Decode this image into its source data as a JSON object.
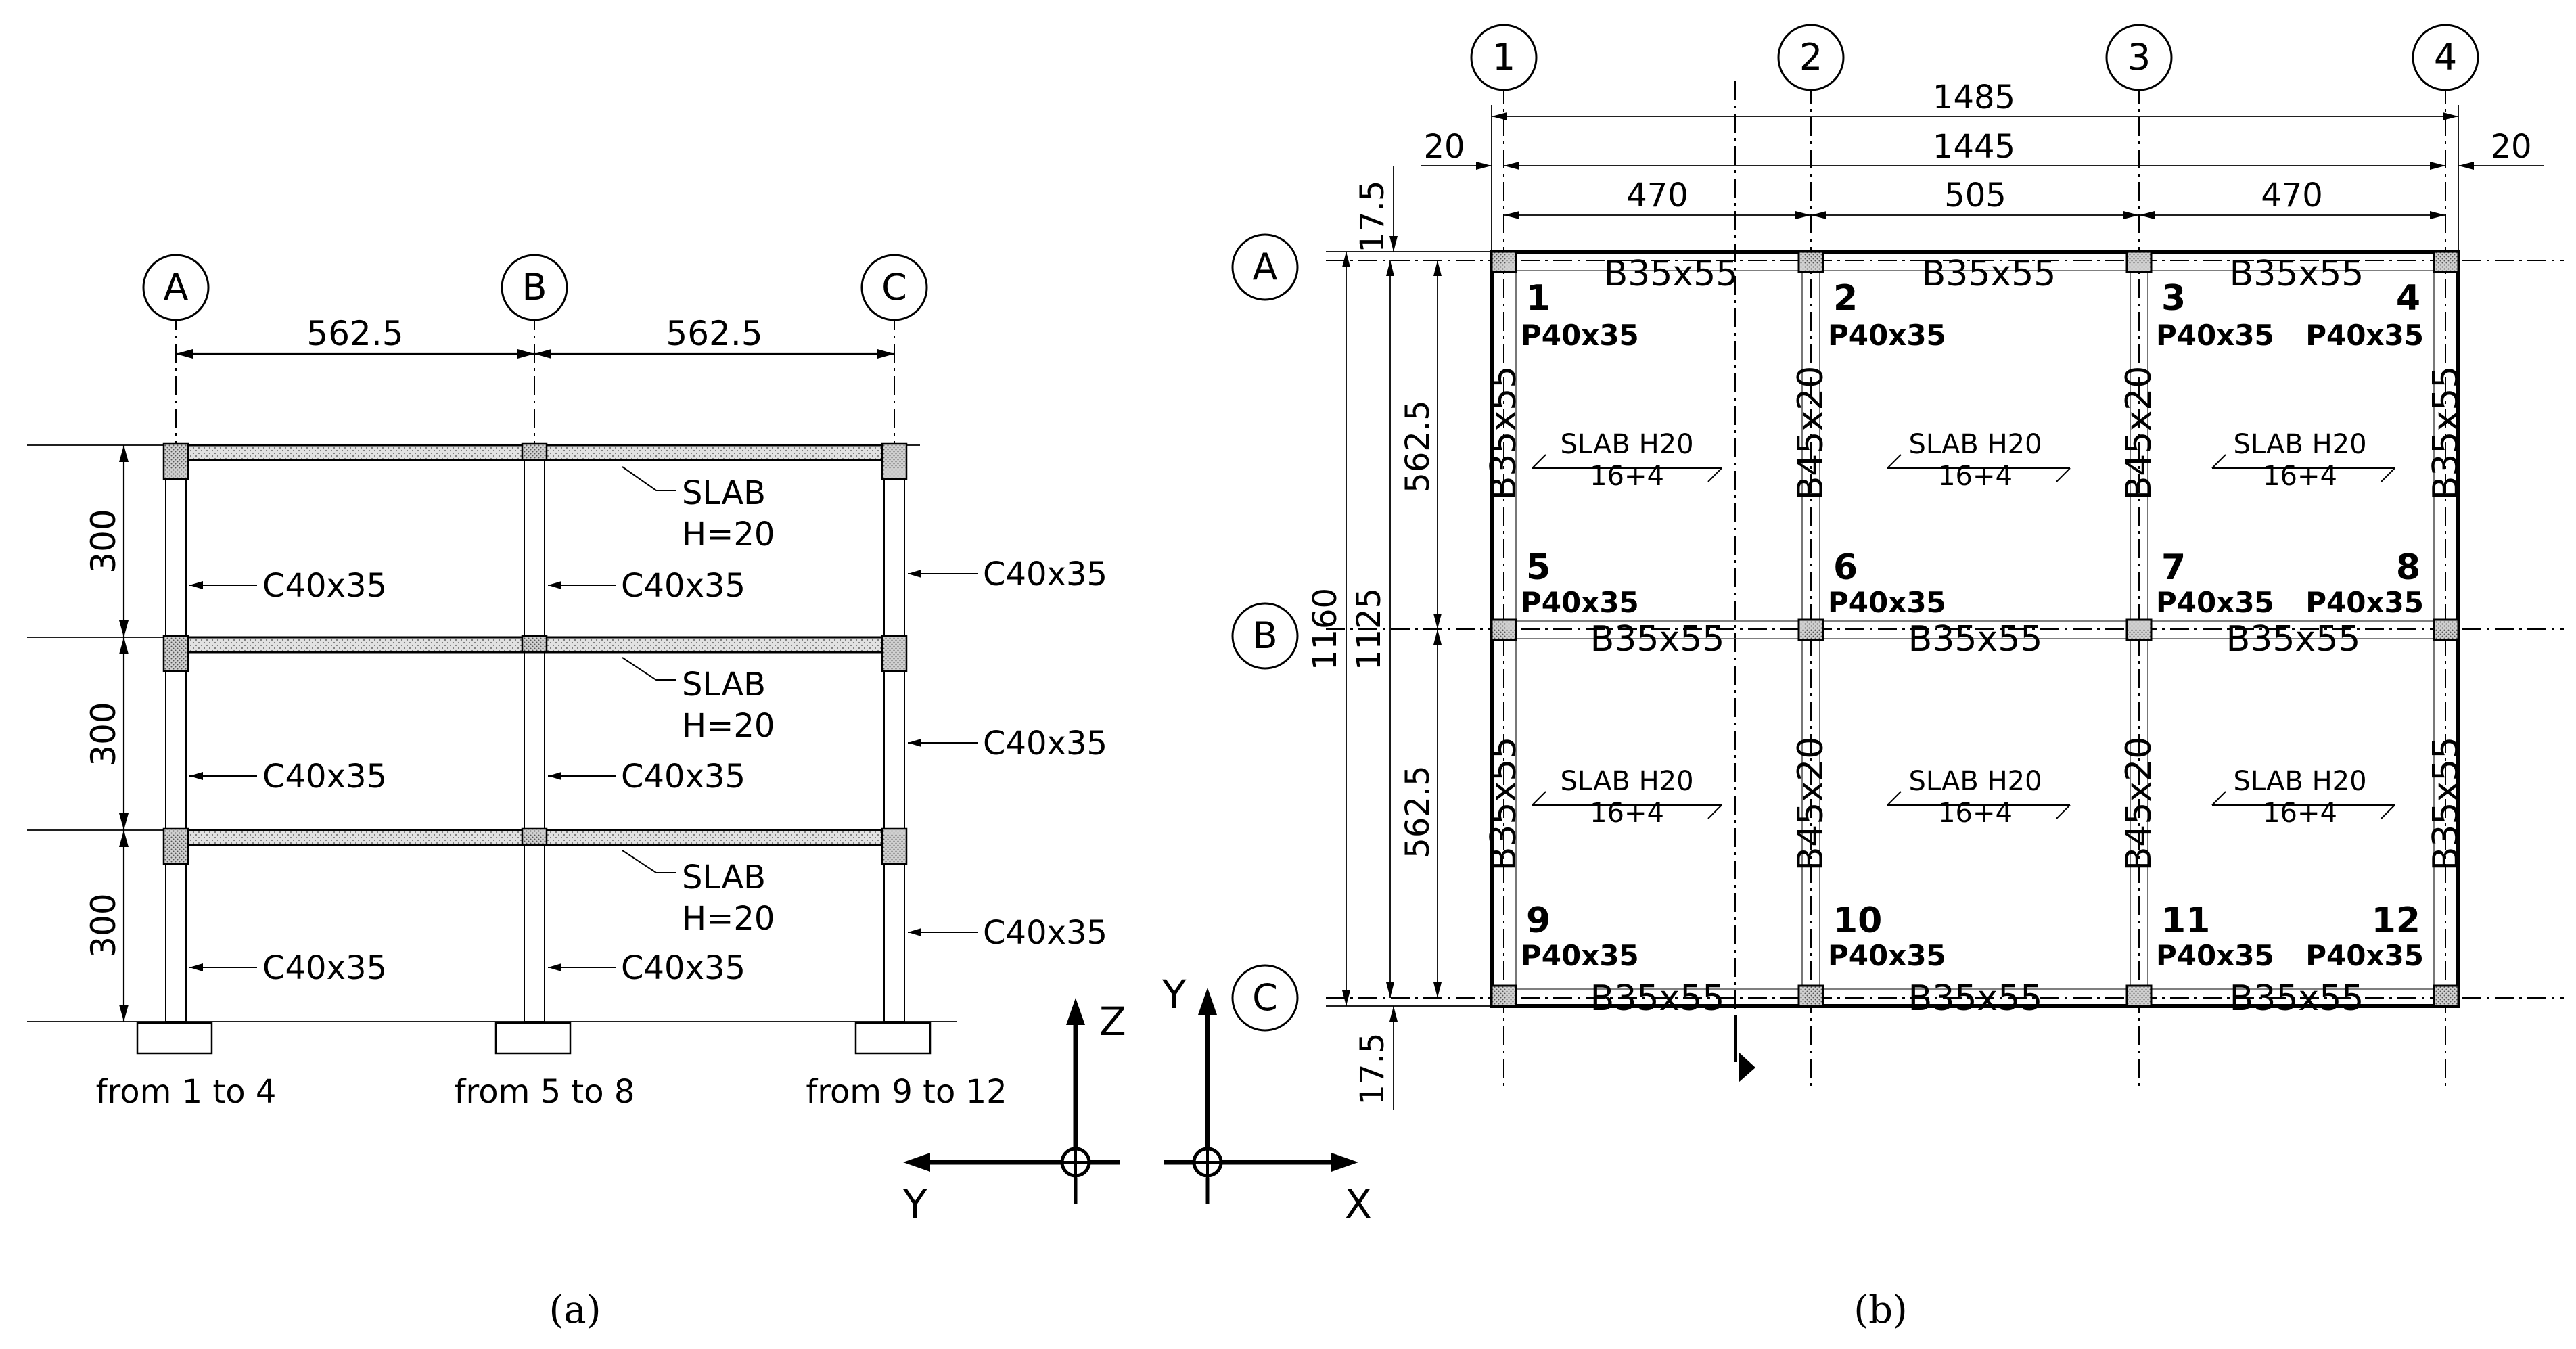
{
  "elevation": {
    "grid_labels": [
      "A",
      "B",
      "C"
    ],
    "spans": [
      "562.5",
      "562.5"
    ],
    "storey_heights": [
      "300",
      "300",
      "300"
    ],
    "slab_label": "SLAB",
    "slab_thickness_label": "H=20",
    "column_label": "C40x35",
    "foundation_labels": [
      "from 1 to 4",
      "from 5 to 8",
      "from 9 to 12"
    ],
    "caption": "(a)"
  },
  "axes_symbols": {
    "left": {
      "vertical": "Z",
      "horizontal": "Y"
    },
    "right": {
      "vertical": "Y",
      "horizontal": "X"
    }
  },
  "plan": {
    "grid_numbers": [
      "1",
      "2",
      "3",
      "4"
    ],
    "grid_letters": [
      "A",
      "B",
      "C"
    ],
    "overall_width": "1485",
    "axis_width": "1445",
    "bay_widths": [
      "470",
      "505",
      "470"
    ],
    "edge_offset": "20",
    "edge_offset_right": "20",
    "top_offset": "17.5",
    "bottom_offset": "17.5",
    "overall_depth": "1160",
    "axis_depth": "1125",
    "bay_depths": [
      "562.5",
      "562.5"
    ],
    "beam_outer": "B35x55",
    "beam_inner": "B45x20",
    "slab_label": "SLAB  H20",
    "slab_layers": "16+4",
    "column_numbers": [
      "1",
      "2",
      "3",
      "4",
      "5",
      "6",
      "7",
      "8",
      "9",
      "10",
      "11",
      "12"
    ],
    "column_label": "P40x35",
    "caption": "(b)"
  }
}
